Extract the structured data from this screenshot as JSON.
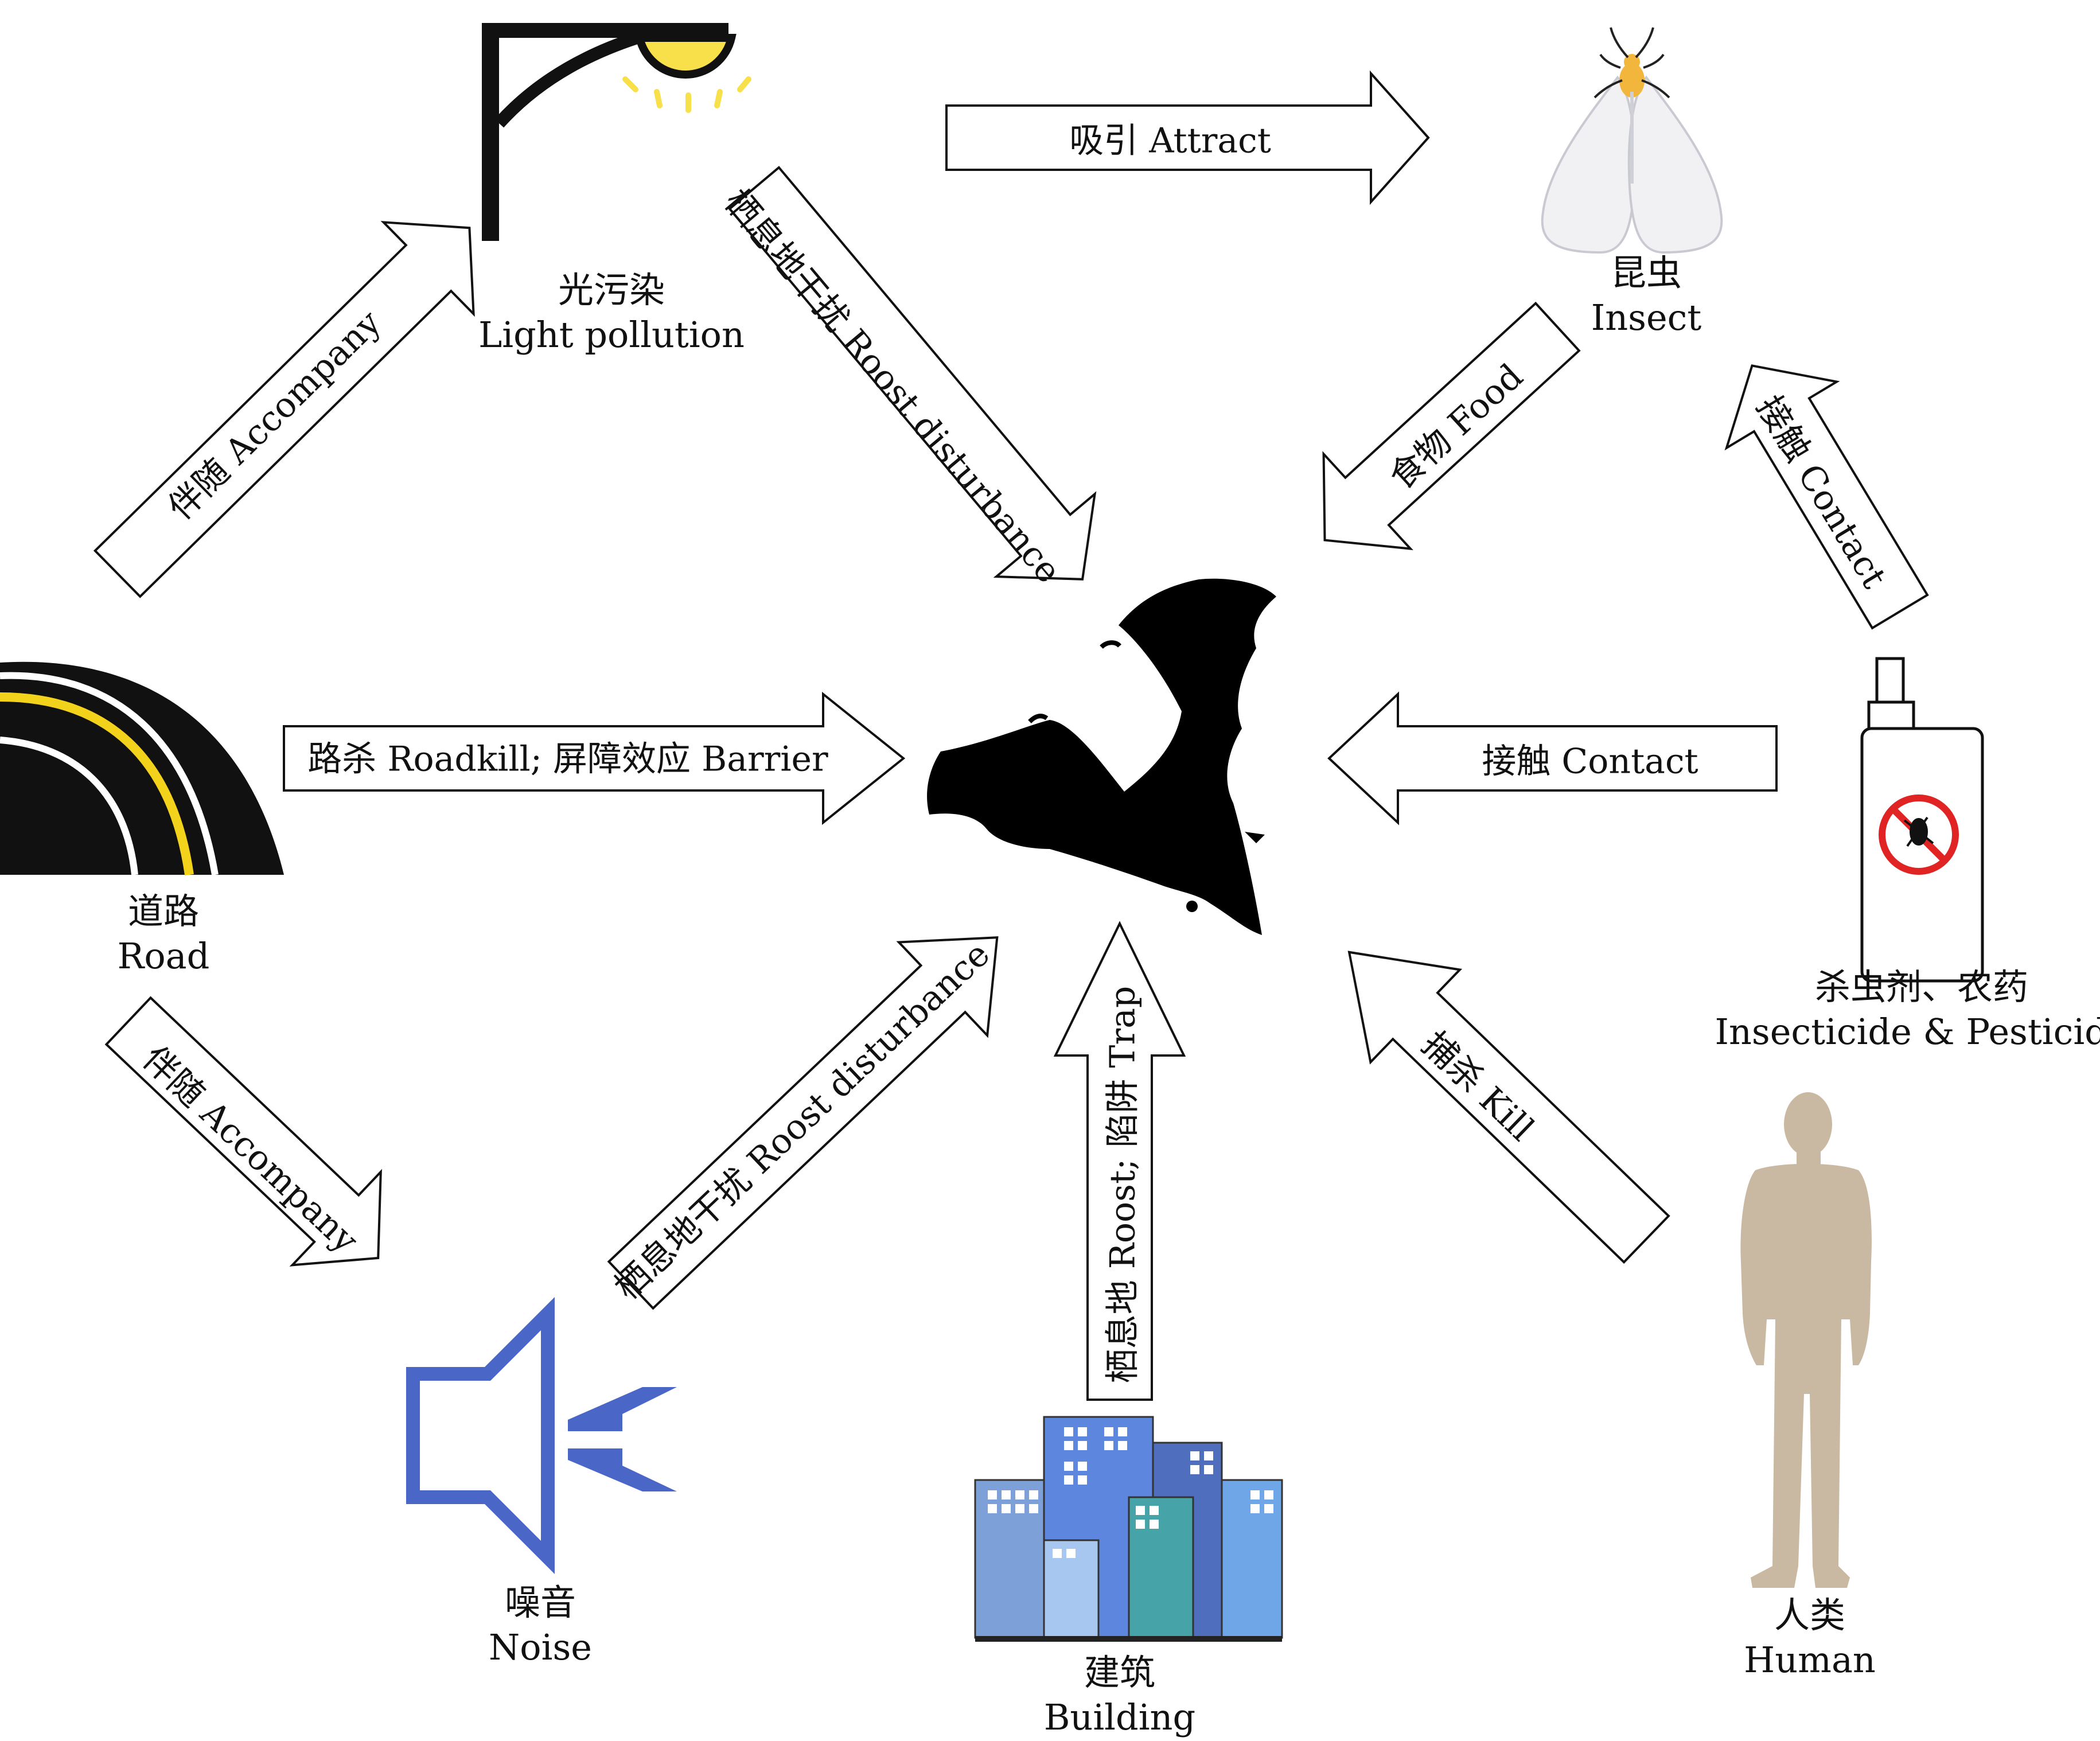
{
  "nodes": {
    "light": {
      "zh": "光污染",
      "en": "Light pollution"
    },
    "insect": {
      "zh": "昆虫",
      "en": "Insect"
    },
    "road": {
      "zh": "道路",
      "en": "Road"
    },
    "pesticide": {
      "zh": "杀虫剂、农药",
      "en": "Insecticide & Pesticide"
    },
    "noise": {
      "zh": "噪音",
      "en": "Noise"
    },
    "building": {
      "zh": "建筑",
      "en": "Building"
    },
    "human": {
      "zh": "人类",
      "en": "Human"
    }
  },
  "arrows": {
    "attract": "吸引 Attract",
    "accompany_up": "伴随 Accompany",
    "roost_light": "栖息地干扰 Roost disturbance",
    "food": "食物 Food",
    "contact_up": "接触 Contact",
    "roadkill": "路杀 Roadkill; 屏障效应 Barrier",
    "contact_left": "接触 Contact",
    "accompany_down": "伴随 Accompany",
    "roost_noise": "栖息地干扰 Roost disturbance",
    "roost_trap": "栖息地 Roost; 陷阱 Trap",
    "kill": "捕杀 Kill"
  },
  "icons": [
    "streetlight-icon",
    "moth-icon",
    "road-icon",
    "bat-icon",
    "spray-can-icon",
    "speaker-icon",
    "buildings-icon",
    "human-icon"
  ],
  "colors": {
    "stroke": "#111111",
    "bulb": "#f7e04a",
    "noise": "#4a67c8",
    "human": "#c9b9a2",
    "road_yellow": "#f2d21b",
    "no_sign": "#e02424"
  }
}
